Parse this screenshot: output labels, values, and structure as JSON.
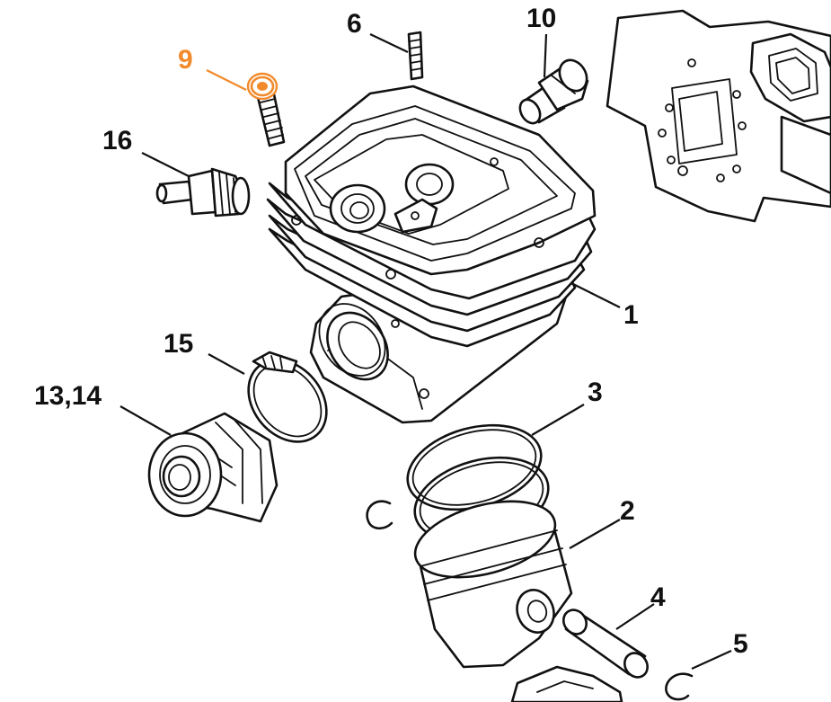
{
  "callouts": [
    {
      "id": "1",
      "label": "1"
    },
    {
      "id": "2",
      "label": "2"
    },
    {
      "id": "3",
      "label": "3"
    },
    {
      "id": "4",
      "label": "4"
    },
    {
      "id": "5",
      "label": "5"
    },
    {
      "id": "6",
      "label": "6"
    },
    {
      "id": "9",
      "label": "9"
    },
    {
      "id": "10",
      "label": "10"
    },
    {
      "id": "13_14",
      "label": "13,14"
    },
    {
      "id": "15",
      "label": "15"
    },
    {
      "id": "16",
      "label": "16"
    }
  ],
  "highlight": {
    "callout": "9",
    "color": "#f28a2b"
  },
  "line_color": "#111111",
  "background": "#ffffff"
}
